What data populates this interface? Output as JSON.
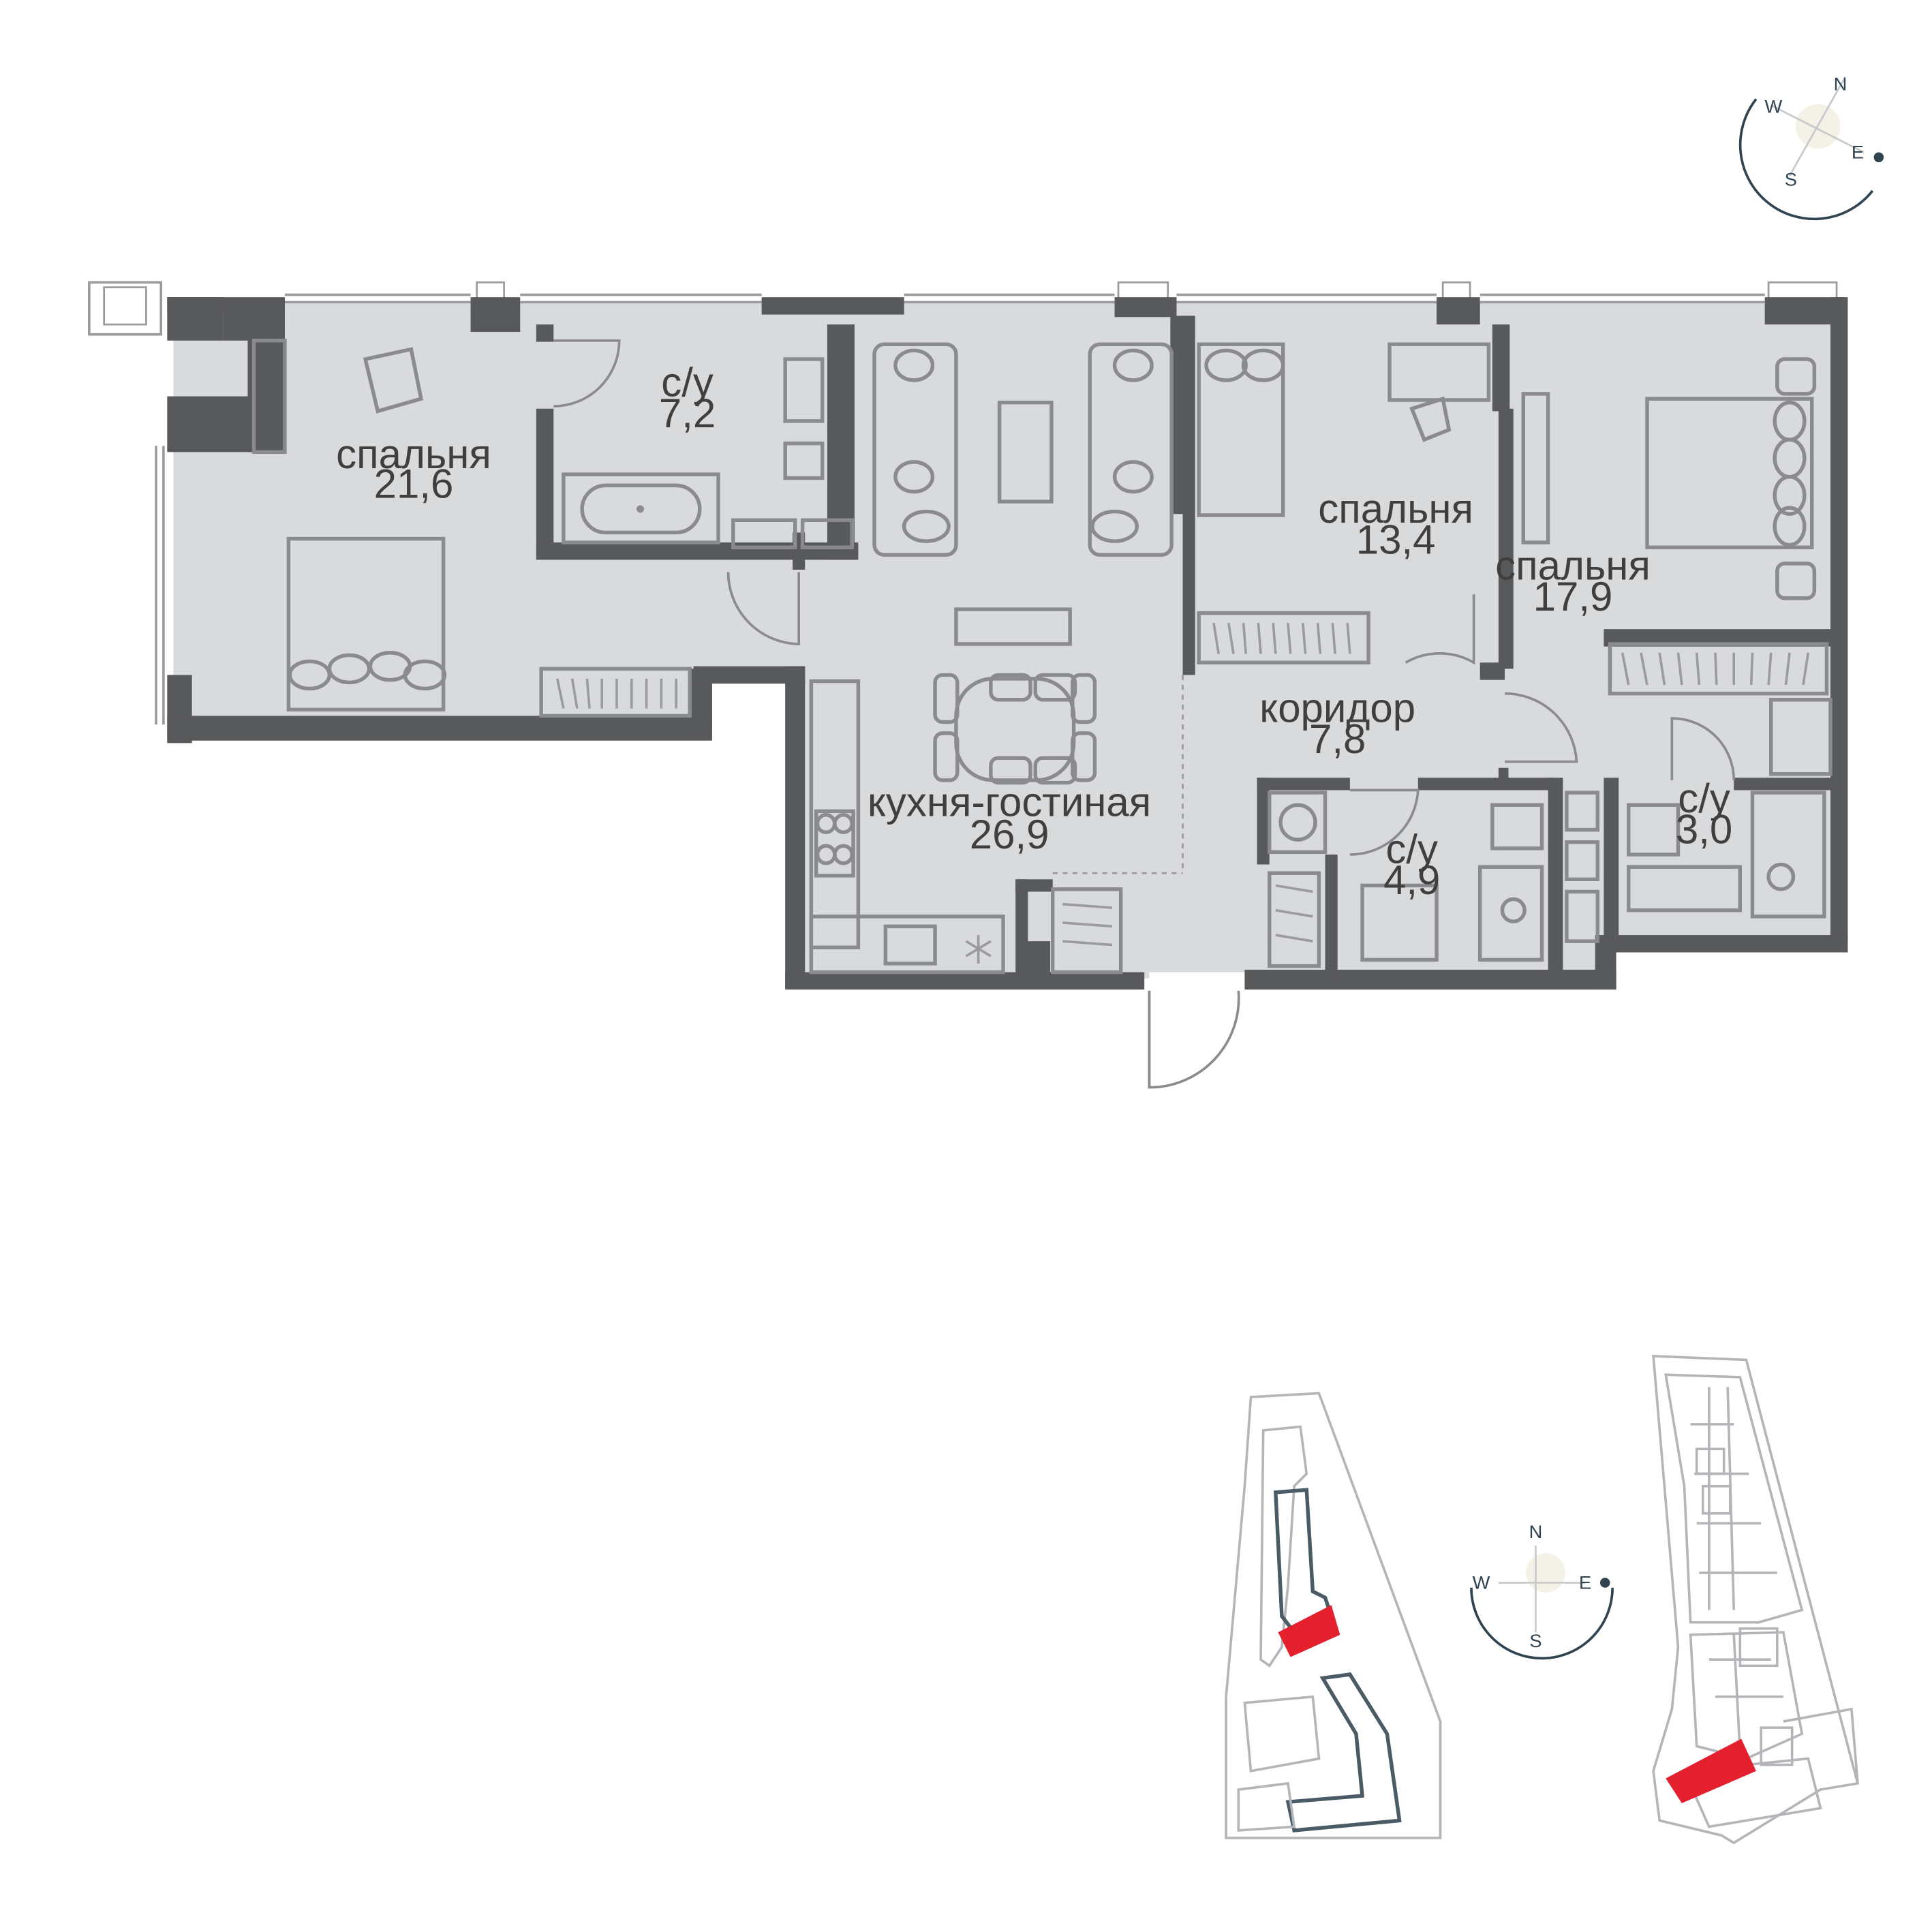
{
  "rooms": [
    {
      "name": "спальня",
      "area": "21,6"
    },
    {
      "name": "с/у",
      "area": "7,2"
    },
    {
      "name": "спальня",
      "area": "13,4"
    },
    {
      "name": "спальня",
      "area": "17,9"
    },
    {
      "name": "коридор",
      "area": "7,8"
    },
    {
      "name": "кухня-гостиная",
      "area": "26,9"
    },
    {
      "name": "с/у",
      "area": "4,9"
    },
    {
      "name": "с/у",
      "area": "3,0"
    }
  ],
  "compass_top": {
    "n": "N",
    "e": "E",
    "s": "S",
    "w": "W"
  },
  "compass_bottom": {
    "n": "N",
    "e": "E",
    "s": "S",
    "w": "W"
  },
  "colors": {
    "wall": "#58595b",
    "floor": "#d9dadc",
    "highlight": "#e4202e",
    "compass": "#2f4350"
  }
}
